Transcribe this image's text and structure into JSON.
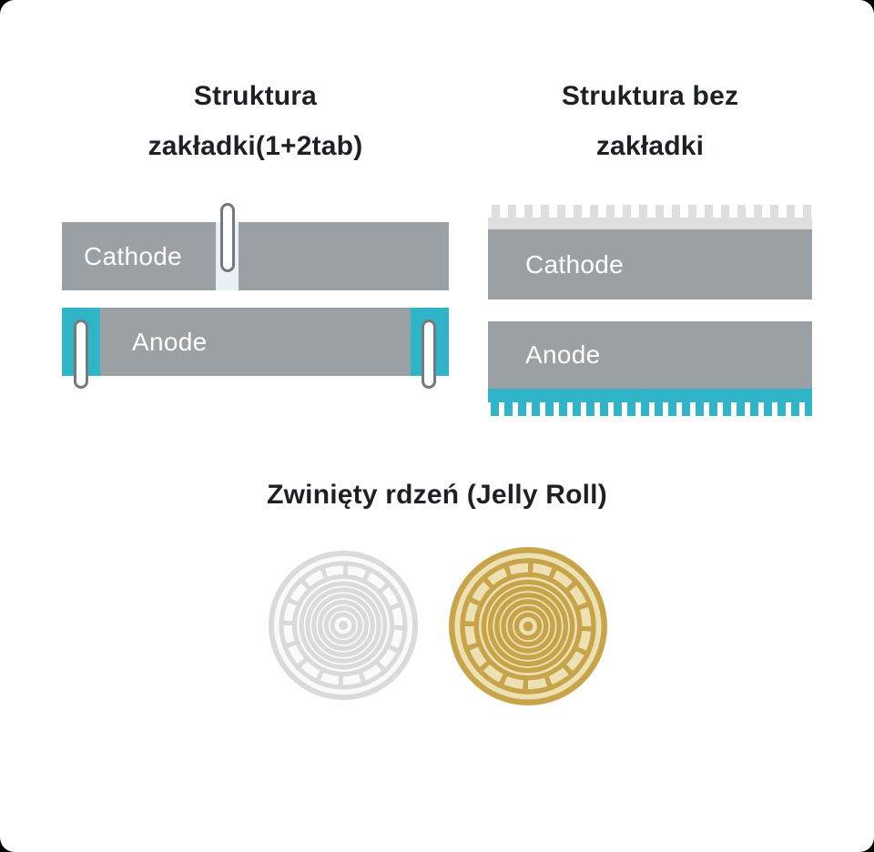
{
  "left_panel": {
    "title_line1": "Struktura",
    "title_line2": "zakładki(1+2tab)",
    "cathode_label": "Cathode",
    "anode_label": "Anode"
  },
  "right_panel": {
    "title_line1": "Struktura bez",
    "title_line2": "zakładki",
    "cathode_label": "Cathode",
    "anode_label": "Anode"
  },
  "jelly_roll": {
    "title": "Zwinięty rdzeń (Jelly Roll)",
    "icons": [
      "jelly-roll-gray-icon",
      "jelly-roll-gold-icon"
    ]
  },
  "colors": {
    "electrode_gray": "#9aa0a3",
    "tab_teal": "#2fb4c8",
    "separator_light_blue": "#e9f1f7",
    "comb_light_gray": "#dcdee0",
    "tab_pill_border": "#75797c",
    "tab_pill_fill": "#ffffff",
    "bar_label_text": "#ffffff",
    "title_text": "#1d2127",
    "spiral_gray_stroke": "#d9dadb",
    "spiral_gray_fill": "#fafafa",
    "spiral_gold_stroke": "#c7a44a",
    "spiral_gold_fill": "#ede1b4"
  }
}
